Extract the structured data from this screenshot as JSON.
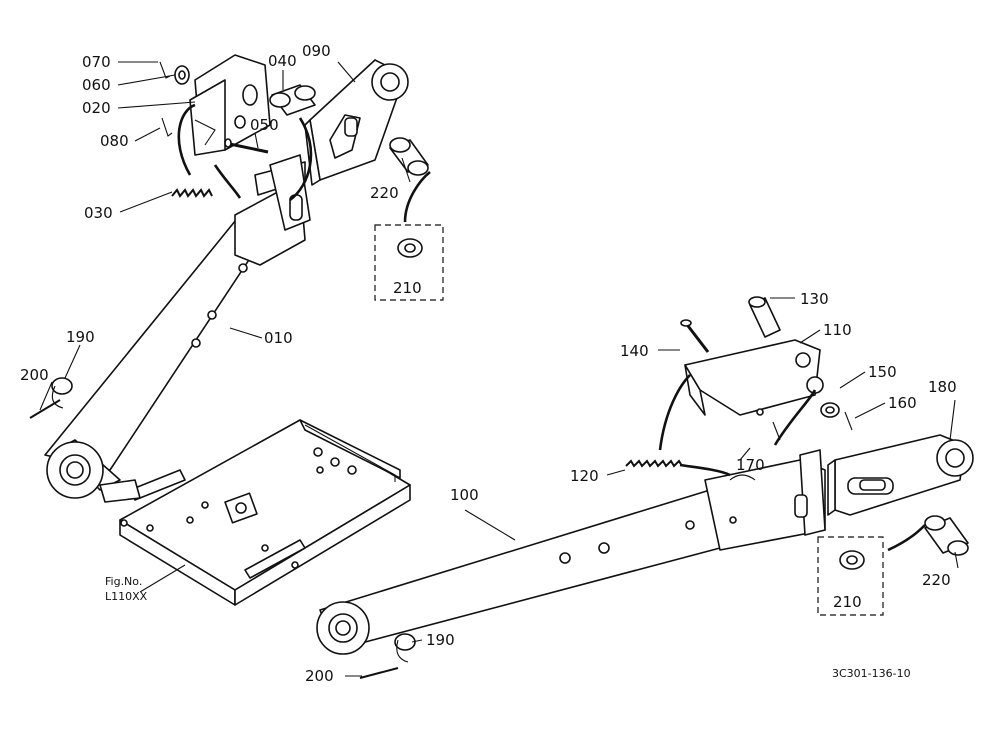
{
  "labels": {
    "p070": "070",
    "p060": "060",
    "p020": "020",
    "p080": "080",
    "p040": "040",
    "p090": "090",
    "p050": "050",
    "p030": "030",
    "p220a": "220",
    "p210a": "210",
    "p010": "010",
    "p190a": "190",
    "p200a": "200",
    "p130": "130",
    "p110": "110",
    "p140": "140",
    "p150": "150",
    "p180": "180",
    "p160": "160",
    "p120": "120",
    "p170": "170",
    "p100": "100",
    "p210b": "210",
    "p220b": "220",
    "p190b": "190",
    "p200b": "200"
  },
  "fig_no": {
    "line1": "Fig.No.",
    "line2": "L110XX"
  },
  "drawing_code": "3C301-136-10"
}
